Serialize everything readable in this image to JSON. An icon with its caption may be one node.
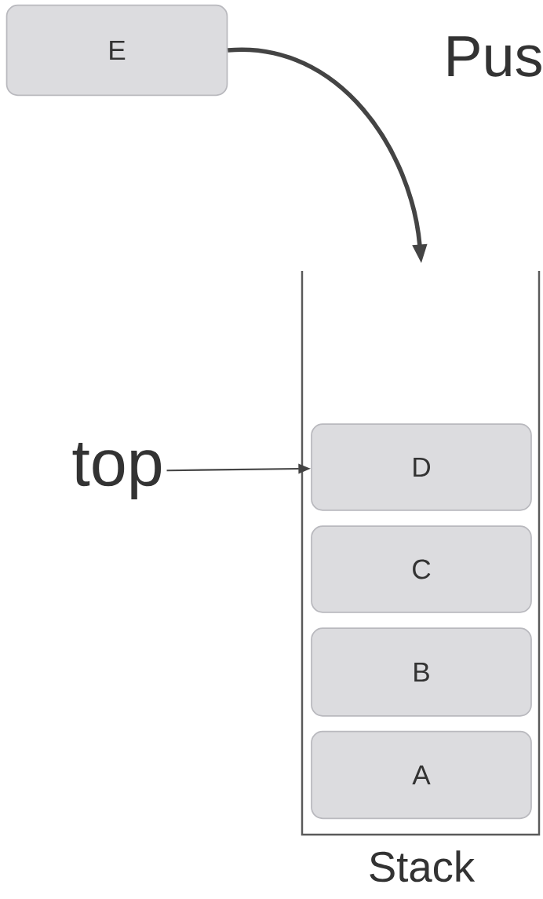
{
  "diagram": {
    "title": "Pus",
    "nodes": [
      {
        "text": [
          "E"
        ]
      },
      {
        "text": [],
        "shape": "box",
        "beside": [
          "Stack"
        ]
      },
      {
        "text": [
          "D"
        ],
        "in": 1
      },
      {
        "text": [
          "C"
        ],
        "in": 1
      },
      {
        "text": [
          "B"
        ],
        "in": 1
      },
      {
        "text": [
          "A"
        ],
        "in": 1
      },
      {
        "text": [
          "top"
        ]
      }
    ],
    "edges": [
      {
        "from": 0,
        "to": 1,
        "arrow": "to",
        "style": "thick"
      },
      {
        "from": 6,
        "to": 2,
        "arrow": "to"
      }
    ]
  }
}
